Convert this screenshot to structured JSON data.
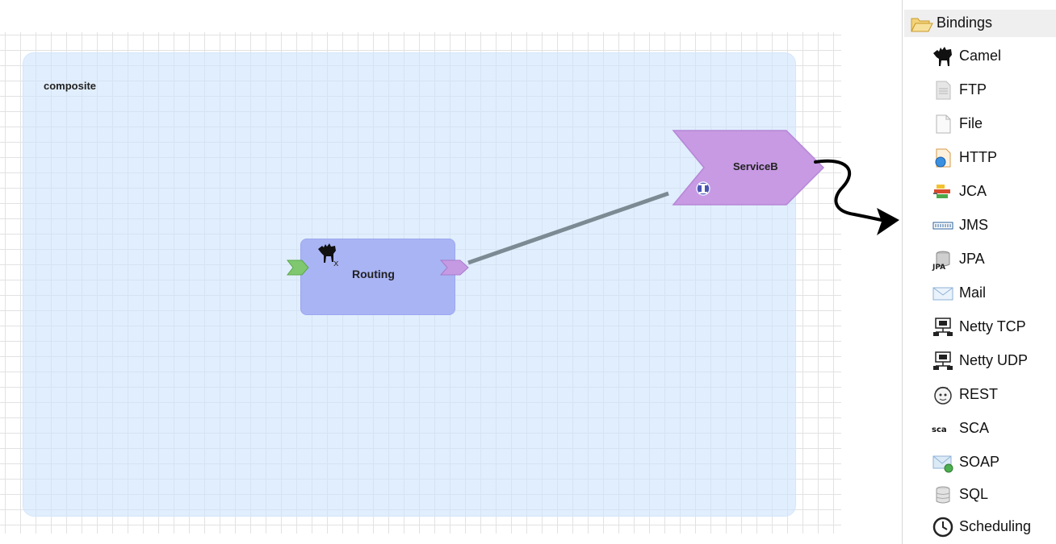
{
  "diagram": {
    "composite_label": "composite",
    "component_label": "Routing",
    "service_label": "ServiceB"
  },
  "palette": {
    "header": "Bindings",
    "items": [
      {
        "label": "Camel",
        "icon": "camel-icon"
      },
      {
        "label": "FTP",
        "icon": "ftp-icon"
      },
      {
        "label": "File",
        "icon": "file-icon"
      },
      {
        "label": "HTTP",
        "icon": "http-icon"
      },
      {
        "label": "JCA",
        "icon": "jca-icon"
      },
      {
        "label": "JMS",
        "icon": "jms-icon"
      },
      {
        "label": "JPA",
        "icon": "jpa-icon"
      },
      {
        "label": "Mail",
        "icon": "mail-icon"
      },
      {
        "label": "Netty TCP",
        "icon": "netty-tcp-icon"
      },
      {
        "label": "Netty UDP",
        "icon": "netty-udp-icon"
      },
      {
        "label": "REST",
        "icon": "rest-icon"
      },
      {
        "label": "SCA",
        "icon": "sca-icon"
      },
      {
        "label": "SOAP",
        "icon": "soap-icon"
      },
      {
        "label": "SQL",
        "icon": "sql-icon"
      },
      {
        "label": "Scheduling",
        "icon": "scheduling-icon"
      }
    ]
  }
}
